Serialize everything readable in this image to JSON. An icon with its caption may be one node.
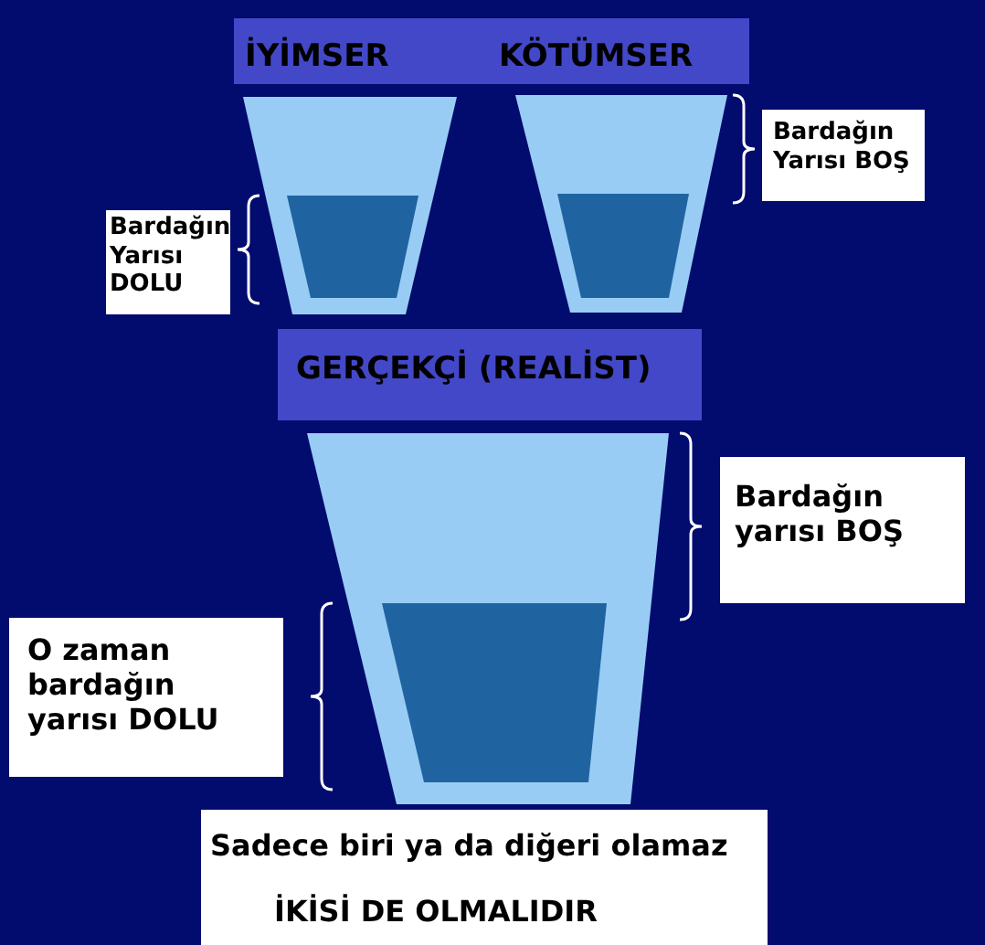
{
  "diagram": {
    "nodes": [
      {
        "text": [
          "İYİMSER",
          "KÖTÜMSER"
        ]
      },
      {
        "text": [
          "Bardağın Yarısı BOŞ"
        ]
      },
      {
        "text": [
          "Bardağın Yarısı DOLU"
        ]
      },
      {
        "text": [
          "GERÇEKÇİ (REALİST)"
        ]
      },
      {
        "text": [
          "Bardağın yarısı BOŞ"
        ]
      },
      {
        "text": [
          "O zaman bardağın yarısı DOLU"
        ]
      },
      {
        "text": [
          "Sadece biri ya da diğeri olamaz",
          "İKİSİ DE OLMALIDIR"
        ]
      }
    ],
    "edges": []
  }
}
